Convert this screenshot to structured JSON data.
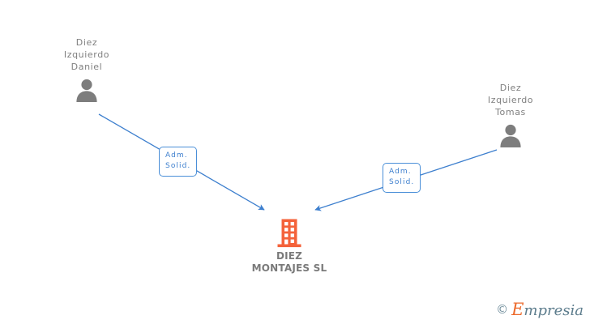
{
  "diagram": {
    "type": "org-relationship-graph",
    "background_color": "#ffffff",
    "accent_colors": {
      "edge_blue": "#3d7fce",
      "node_gray": "#808080",
      "company_orange": "#f4623a"
    },
    "company": {
      "name": "DIEZ\nMONTAJES SL",
      "name_line_1": "DIEZ",
      "name_line_2": "MONTAJES SL",
      "icon": "building-icon",
      "icon_color": "#f4623a"
    },
    "persons": [
      {
        "id": "person-left",
        "name": "Diez\nIzquierdo\nDaniel",
        "icon": "person-avatar-icon",
        "icon_color": "#7d7d7d"
      },
      {
        "id": "person-right",
        "name": "Diez\nIzquierdo\nTomas",
        "icon": "person-avatar-icon",
        "icon_color": "#7d7d7d"
      }
    ],
    "relations": [
      {
        "id": "relation-left",
        "label": "Adm.\nSolid.",
        "from": "person-left",
        "to": "company",
        "color": "#3d7fce"
      },
      {
        "id": "relation-right",
        "label": "Adm.\nSolid.",
        "from": "person-right",
        "to": "company",
        "color": "#3d7fce"
      }
    ]
  },
  "watermark": {
    "copyright": "©",
    "brand_initial": "E",
    "brand_rest": "mpresia"
  }
}
